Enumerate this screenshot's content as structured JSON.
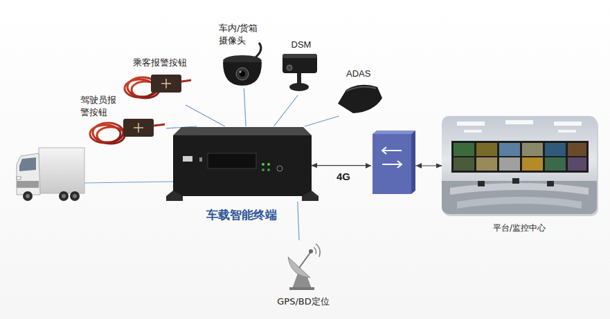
{
  "diagram": {
    "nodes": [
      {
        "text": [
          "车内/货箱 摄像头"
        ]
      },
      {
        "text": [
          "DSM"
        ]
      },
      {
        "text": [
          "乘客报警按钮"
        ]
      },
      {
        "text": [
          "ADAS"
        ]
      },
      {
        "text": [
          "驾驶员报 警按钮"
        ]
      },
      {
        "text": [
          "车载智能终端"
        ]
      },
      {
        "text": [
          "平台/监控中心"
        ]
      },
      {
        "text": [
          "GPS/BD定位"
        ]
      }
    ],
    "edges": [
      {
        "from": 0,
        "to": 5,
        "arrow": "none"
      },
      {
        "from": 1,
        "to": 5,
        "arrow": "none"
      },
      {
        "from": 2,
        "to": 5,
        "arrow": "none"
      },
      {
        "from": 3,
        "to": 5,
        "arrow": "none"
      },
      {
        "from": 4,
        "to": 5,
        "arrow": "none"
      },
      {
        "from": 5,
        "to": 6,
        "label": "4G",
        "arrow": "both"
      },
      {
        "from": 5,
        "to": 7,
        "arrow": "none"
      }
    ]
  }
}
